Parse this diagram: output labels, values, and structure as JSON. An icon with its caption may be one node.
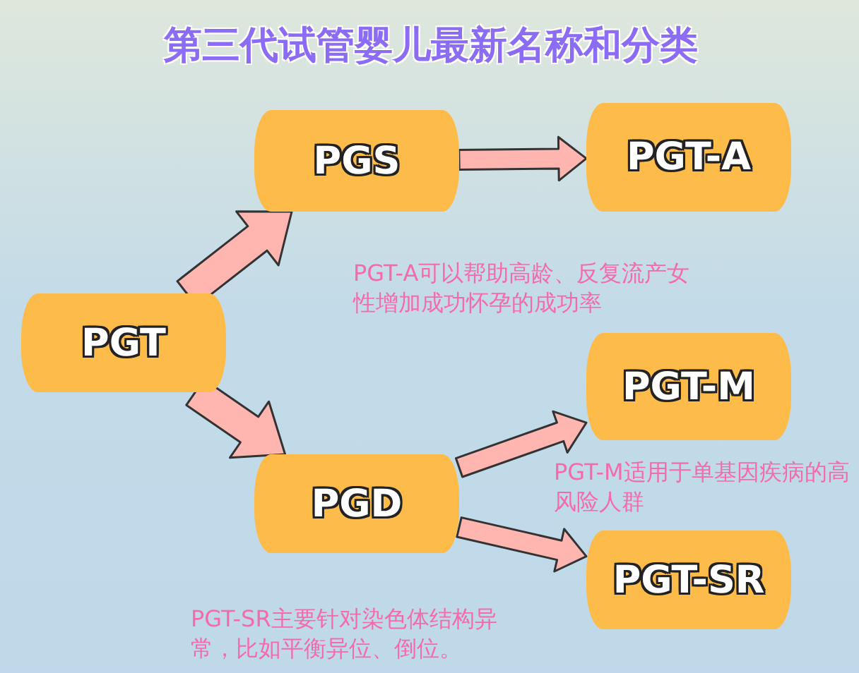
{
  "diagram": {
    "title": "第三代试管婴儿最新名称和分类",
    "nodes": [
      {
        "text": [
          "PGT"
        ]
      },
      {
        "text": [
          "PGS"
        ]
      },
      {
        "text": [
          "PGD"
        ]
      },
      {
        "text": [
          "PGT-A"
        ]
      },
      {
        "text": [
          "PGT-M"
        ]
      },
      {
        "text": [
          "PGT-SR"
        ]
      }
    ],
    "edges": [
      {
        "from": 0,
        "to": 1,
        "arrow": "to"
      },
      {
        "from": 0,
        "to": 2,
        "arrow": "to"
      },
      {
        "from": 1,
        "to": 3,
        "arrow": "to"
      },
      {
        "from": 2,
        "to": 4,
        "arrow": "to"
      },
      {
        "from": 2,
        "to": 5,
        "arrow": "to"
      }
    ],
    "labels": [
      "PGT-A可以帮助高龄、反复流产女性增加成功怀孕的成功率",
      "PGT-M适用于单基因疾病的高风险人群",
      "PGT-SR主要针对染色体结构异常，比如平衡异位、倒位。"
    ]
  }
}
